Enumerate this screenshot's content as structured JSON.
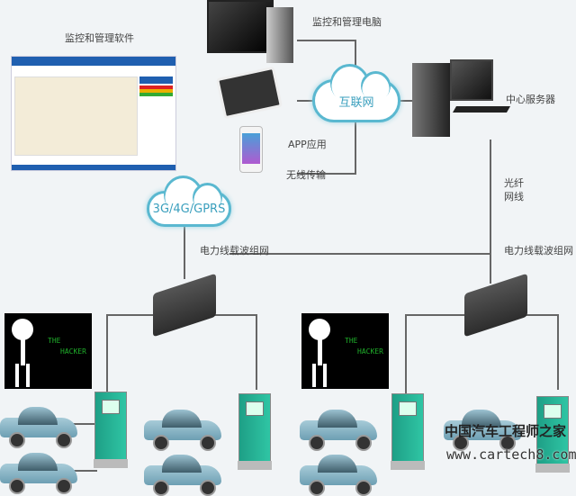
{
  "labels": {
    "software": "监控和管理软件",
    "pc": "监控和管理电脑",
    "app": "APP应用",
    "wireless": "无线传输",
    "server": "中心服务器",
    "fiber_1": "光纤",
    "fiber_2": "网线",
    "plc_left": "电力线载波组网",
    "plc_right": "电力线载波组网"
  },
  "clouds": {
    "internet": "互联网",
    "mobile": "3G/4G/GPRS"
  },
  "hacker": {
    "line1": "THE",
    "line2": "HACKER"
  },
  "watermark": {
    "line1": "中国汽车工程师之家",
    "line2": "www.cartech8.com"
  },
  "colors": {
    "cloud": "#5ab8d0",
    "charger": "#2fc5a4",
    "line": "#666666"
  }
}
